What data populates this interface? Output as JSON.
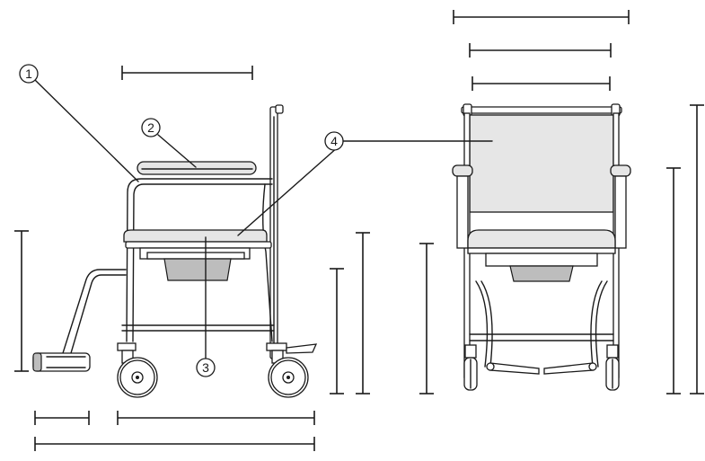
{
  "callouts": {
    "c1": "1",
    "c2": "2",
    "c3": "3",
    "c4": "4"
  },
  "colors": {
    "line": "#1a1a1a",
    "panel": "#e6e6e6",
    "panel_dark": "#bdbdbd",
    "background": "#ffffff"
  }
}
